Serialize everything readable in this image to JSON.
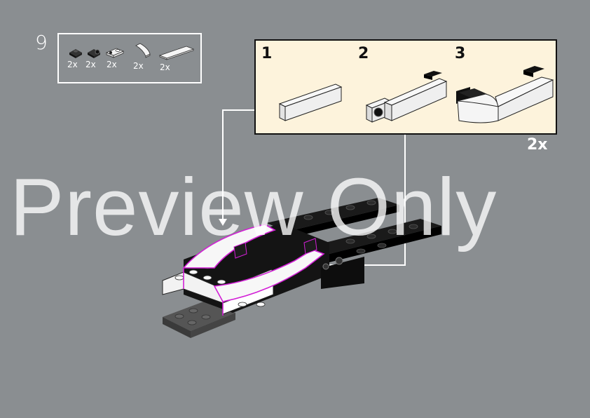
{
  "step": {
    "number": "9"
  },
  "parts": [
    {
      "name": "plate-1x1-clip",
      "qty": "2x"
    },
    {
      "name": "plate-1x1-clip-vertical",
      "qty": "2x"
    },
    {
      "name": "plate-1x2-one-stud",
      "qty": "2x"
    },
    {
      "name": "slope-curved-white",
      "qty": "2x"
    },
    {
      "name": "tile-1x4-white",
      "qty": "2x"
    }
  ],
  "substeps": [
    {
      "number": "1"
    },
    {
      "number": "2"
    },
    {
      "number": "3"
    }
  ],
  "multiplier": "2x",
  "watermark": "Preview Only",
  "colors": {
    "background": "#8a8e91",
    "callout": "#fdf3dc",
    "highlight": "#d21fd6"
  }
}
